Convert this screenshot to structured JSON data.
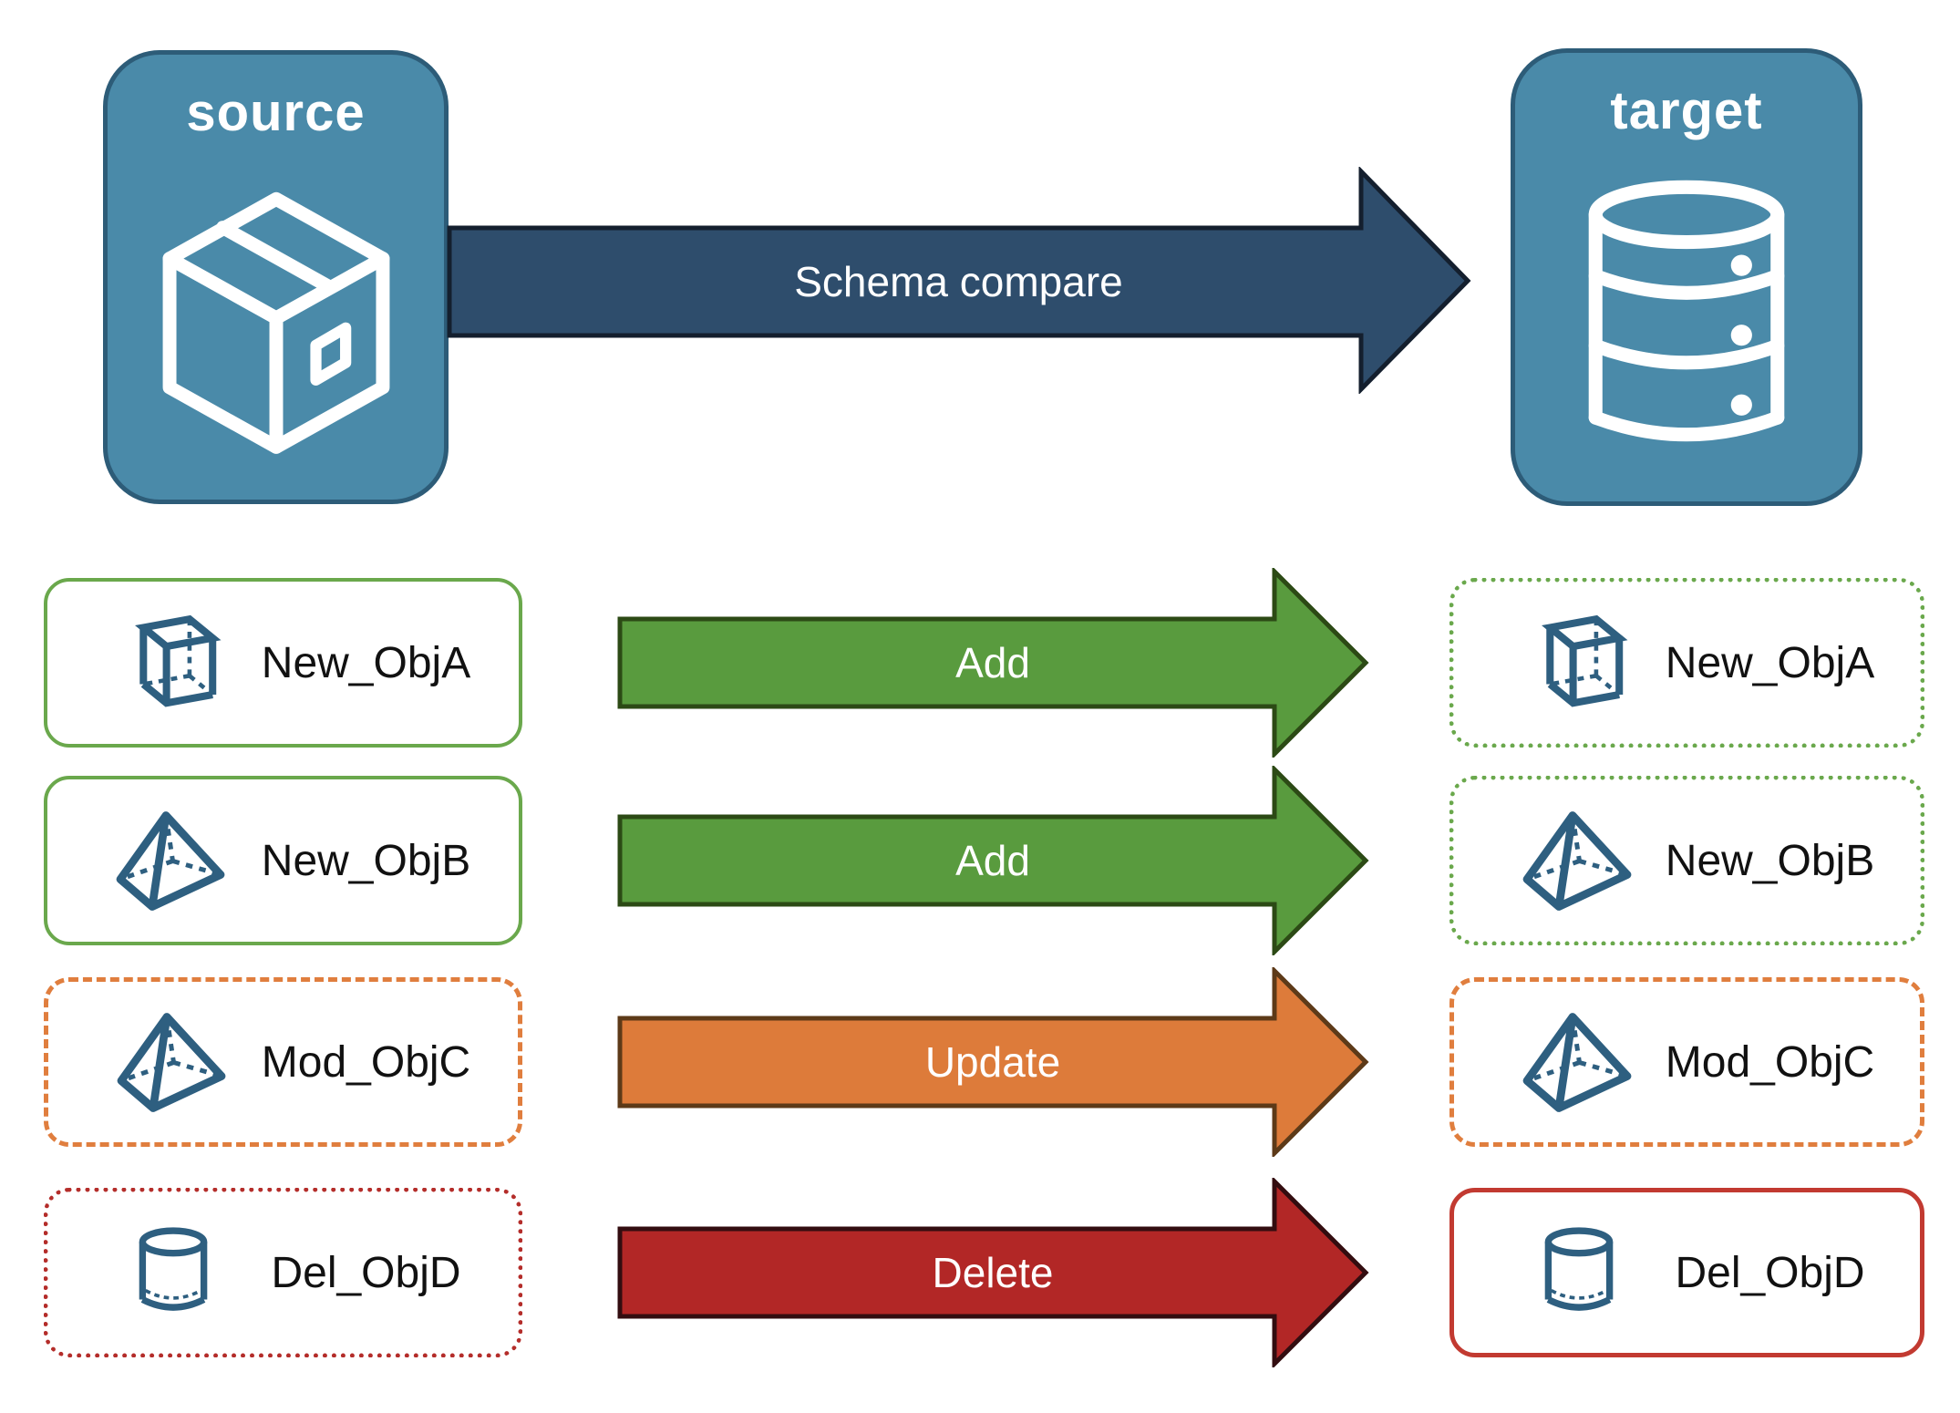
{
  "source": {
    "label": "source",
    "icon": "package-icon"
  },
  "target": {
    "label": "target",
    "icon": "database-icon"
  },
  "compare_arrow": {
    "label": "Schema compare"
  },
  "rows": [
    {
      "action": "Add",
      "left": {
        "label": "New_ObjA",
        "icon": "cube-icon",
        "border": "green-solid"
      },
      "right": {
        "label": "New_ObjA",
        "icon": "cube-icon",
        "border": "green-dotted"
      }
    },
    {
      "action": "Add",
      "left": {
        "label": "New_ObjB",
        "icon": "pyramid-icon",
        "border": "green-solid"
      },
      "right": {
        "label": "New_ObjB",
        "icon": "pyramid-icon",
        "border": "green-dotted"
      }
    },
    {
      "action": "Update",
      "left": {
        "label": "Mod_ObjC",
        "icon": "pyramid-icon",
        "border": "orange-dashed"
      },
      "right": {
        "label": "Mod_ObjC",
        "icon": "pyramid-icon",
        "border": "orange-dashed"
      }
    },
    {
      "action": "Delete",
      "left": {
        "label": "Del_ObjD",
        "icon": "cylinder-icon",
        "border": "red-dotted"
      },
      "right": {
        "label": "Del_ObjD",
        "icon": "cylinder-icon",
        "border": "red-solid"
      }
    }
  ],
  "colors": {
    "node_fill": "#4a8aa9",
    "node_border": "#2d5c78",
    "schema_arrow_fill": "#2e4d6c",
    "schema_arrow_border": "#141f2e",
    "add_fill": "#599b3e",
    "add_border": "#2c4a15",
    "green_outline": "#6aa84c",
    "update_fill": "#dd7b3a",
    "update_border": "#5d3a18",
    "orange_outline": "#e07e3e",
    "delete_fill": "#b22726",
    "delete_border": "#330d10",
    "red_dotted_outline": "#b42d2a",
    "red_solid_outline": "#c23a31",
    "object_icon_blue": "#2e5f80"
  }
}
